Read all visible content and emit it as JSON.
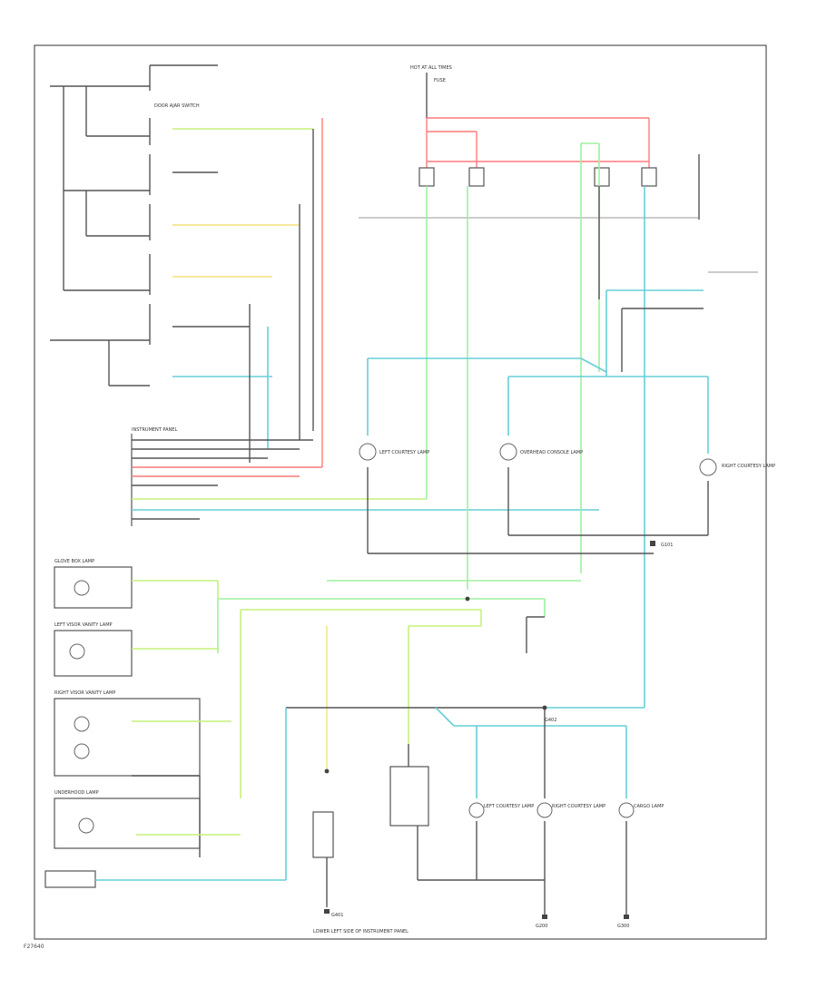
{
  "page": {
    "code": "F27640"
  },
  "colors": {
    "black_wire": "#555555",
    "red_wire": "#ff7a7a",
    "green_wire": "#9ff09f",
    "cyan_wire": "#66cfd6",
    "yellow_green_wire": "#c6f07a",
    "yellow_wire": "#f2e07a"
  },
  "labels": {
    "glove_box_lamp": "GLOVE BOX LAMP",
    "lamp_group_left_upper": "LEFT COURTESY LAMP",
    "lamp_group_center_upper": "OVERHEAD CONSOLE LAMP",
    "lamp_group_right_upper": "RIGHT COURTESY LAMP",
    "lamp_bottom_1": "LEFT COURTESY LAMP",
    "lamp_bottom_2": "RIGHT COURTESY LAMP",
    "lamp_bottom_3": "CARGO LAMP",
    "left_visor_lamp": "LEFT VISOR VANITY LAMP",
    "right_visor_lamp": "RIGHT VISOR VANITY LAMP",
    "underhood_lamp": "UNDERHOOD LAMP",
    "door_ajar_switch": "DOOR AJAR SWITCH",
    "hot_at_all_times": "HOT AT ALL TIMES",
    "fuse": "FUSE",
    "ground_1": "G101",
    "ground_2": "G200",
    "ground_3": "G300",
    "ground_4": "G401",
    "ground_5": "G402",
    "connector_note": "INSTRUMENT PANEL",
    "bottom_note": "LOWER LEFT SIDE OF INSTRUMENT PANEL"
  }
}
